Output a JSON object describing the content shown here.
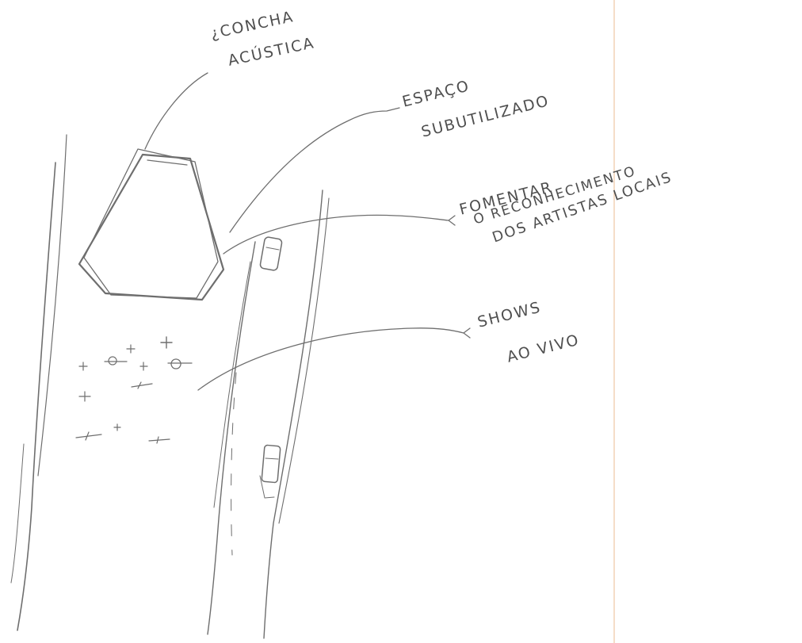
{
  "sheet": {
    "colors": {
      "paper": "#ffffff",
      "pencil": "#6e6e6e",
      "margin_line": "#f2d2b6"
    }
  },
  "annotations": {
    "concha": [
      "¿CONCHA",
      "ACÚSTICA"
    ],
    "espaco": [
      "ESPAÇO",
      "SUBUTILIZADO"
    ],
    "fomentar": [
      "FOMENTAR",
      "O RECONHECIMENTO",
      "DOS ARTISTAS LOCAIS"
    ],
    "shows": [
      "SHOWS",
      "AO VIVO"
    ]
  }
}
